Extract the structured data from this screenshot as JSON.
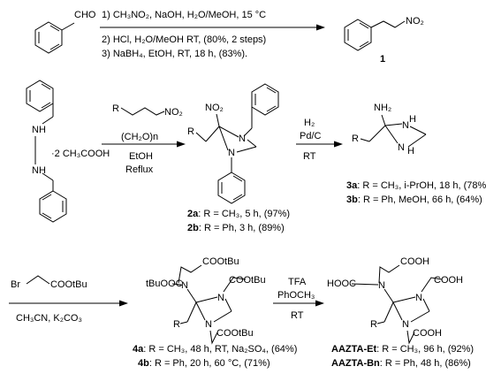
{
  "step1": {
    "reactant_group": "CHO",
    "conditions": [
      "1) CH₃NO₂, NaOH, H₂O/MeOH, 15 °C",
      "2) HCl, H₂O/MeOH RT, (80%, 2 steps)",
      "3) NaBH₄, EtOH, RT, 18 h, (83%)."
    ],
    "product_group": "NO₂",
    "product_label": "1"
  },
  "step2": {
    "reactant_atom": "NH",
    "reactant_salt": "·2 CH₃COOH",
    "reagent_r": "R",
    "reagent_group": "NO₂",
    "conditions": [
      "(CH₂O)n",
      "EtOH",
      "Reflux"
    ],
    "product_r": "R",
    "product_no2": "NO₂",
    "product_n": "N",
    "products": [
      {
        "label": "2a",
        "text": ": R = CH₃, 5 h, (97%)"
      },
      {
        "label": "2b",
        "text": ": R = Ph, 3 h, (89%)"
      }
    ]
  },
  "step3": {
    "conditions_above": [
      "H₂",
      "Pd/C"
    ],
    "conditions_below": "RT",
    "product_nh2": "NH₂",
    "product_r": "R",
    "product_nh": "N",
    "product_h": "H",
    "products": [
      {
        "label": "3a",
        "text": ": R = CH₃, i-PrOH, 18 h, (78%)"
      },
      {
        "label": "3b",
        "text": ": R = Ph, MeOH, 66 h, (64%)"
      }
    ]
  },
  "step4": {
    "reagent_br": "Br",
    "reagent_ester": "COOtBu",
    "conditions_below": "CH₃CN, K₂CO₃",
    "ester_group": "COOtBu",
    "ester_group_left": "tBuOOC",
    "atom_n": "N",
    "product_r": "R",
    "products": [
      {
        "label": "4a",
        "text": ": R = CH₃, 48 h, RT, Na₂SO₄, (64%)"
      },
      {
        "label": "4b",
        "text": ": R = Ph, 20 h, 60 °C, (71%)"
      }
    ]
  },
  "step5": {
    "conditions_above": [
      "TFA",
      "PhOCH₃"
    ],
    "conditions_below": "RT",
    "acid_group": "COOH",
    "acid_group_left": "HOOC",
    "atom_n": "N",
    "product_r": "R",
    "products": [
      {
        "label": "AAZTA-Et",
        "text": ": R = CH₃, 96 h, (92%)"
      },
      {
        "label": "AAZTA-Bn",
        "text": ": R = Ph, 48 h, (86%)"
      }
    ]
  }
}
